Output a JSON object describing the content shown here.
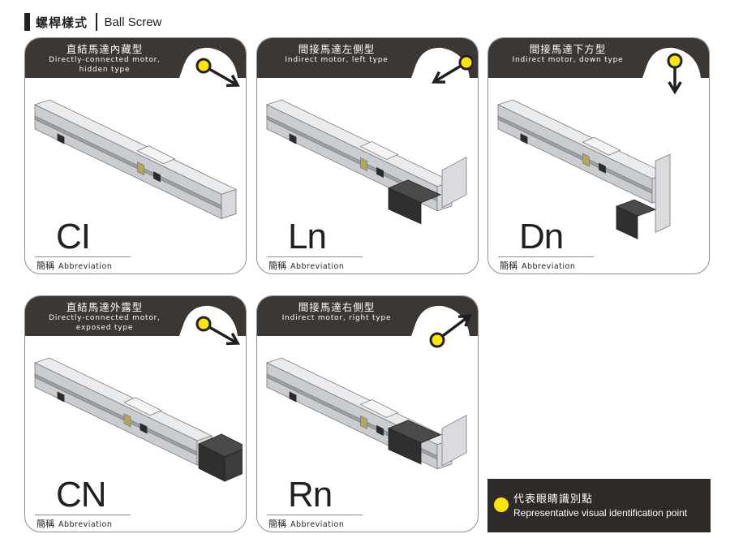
{
  "section": {
    "title_zh": "螺桿樣式",
    "title_en": "Ball Screw"
  },
  "colors": {
    "header": "#3b3734",
    "indicator_dot": "#ffe600",
    "arrow": "#231f20",
    "border": "#8d8d8d"
  },
  "cards": [
    {
      "title_zh": "直結馬達內藏型",
      "title_en": "Directly-connected motor,",
      "title_en2": "hidden type",
      "indicator": "arrow-down-right",
      "abbr": "CI",
      "abbr_label_zh": "簡稱",
      "abbr_label_en": "Abbreviation"
    },
    {
      "title_zh": "間接馬達左側型",
      "title_en": "Indirect motor, left type",
      "title_en2": "",
      "indicator": "arrow-down-left",
      "abbr": "Ln",
      "abbr_label_zh": "簡稱",
      "abbr_label_en": "Abbreviation"
    },
    {
      "title_zh": "間接馬達下方型",
      "title_en": "Indirect motor, down type",
      "title_en2": "",
      "indicator": "arrow-down",
      "abbr": "Dn",
      "abbr_label_zh": "簡稱",
      "abbr_label_en": "Abbreviation"
    },
    {
      "title_zh": "直結馬達外露型",
      "title_en": "Directly-connected motor,",
      "title_en2": "exposed type",
      "indicator": "arrow-down-right",
      "abbr": "CN",
      "abbr_label_zh": "簡稱",
      "abbr_label_en": "Abbreviation"
    },
    {
      "title_zh": "間接馬達右側型",
      "title_en": "Indirect motor, right type",
      "title_en2": "",
      "indicator": "arrow-up-right",
      "abbr": "Rn",
      "abbr_label_zh": "簡稱",
      "abbr_label_en": "Abbreviation"
    }
  ],
  "legend": {
    "title_zh": "代表眼睛識別點",
    "title_en": "Representative visual identification point"
  }
}
